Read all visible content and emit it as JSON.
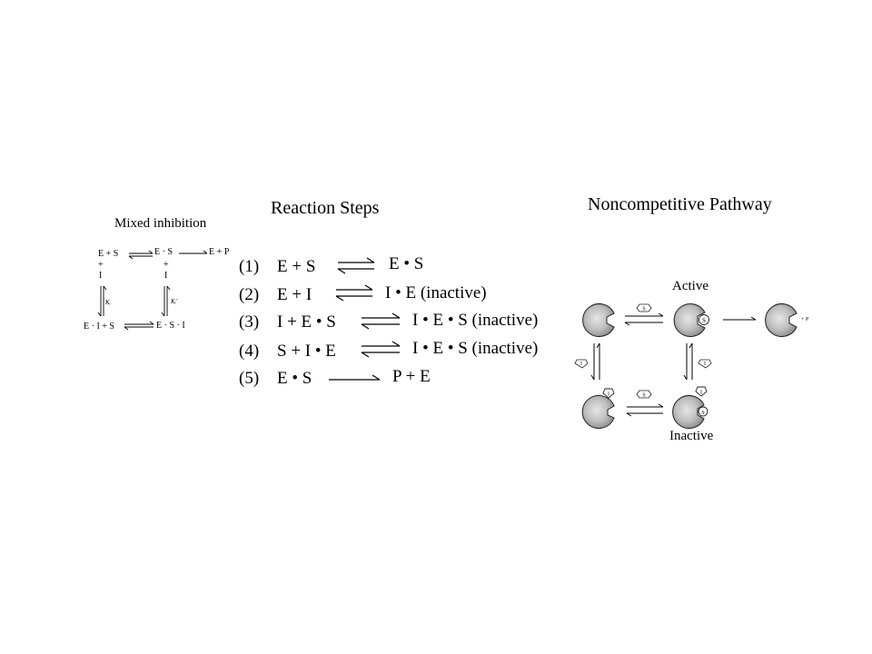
{
  "mixed": {
    "title": "Mixed inhibition",
    "top_left": "E + S",
    "top_mid": "E · S",
    "top_right": "E + P",
    "plus_left": "+",
    "plus_right": "+",
    "inhibitor_left": "I",
    "inhibitor_right": "I",
    "k_left": "Kᵢ",
    "k_right": "Kᵢ'",
    "bottom_left": "E · I + S",
    "bottom_right": "E · S · I"
  },
  "steps": {
    "title": "Reaction Steps",
    "rows": [
      {
        "num": "(1)",
        "left": "E  +  S",
        "right": "E • S",
        "arrow": "equilibrium"
      },
      {
        "num": "(2)",
        "left": "E  +  I",
        "right": "I • E  (inactive)",
        "arrow": "equilibrium"
      },
      {
        "num": "(3)",
        "left": "I  +  E • S",
        "right": "I • E • S  (inactive)",
        "arrow": "equilibrium"
      },
      {
        "num": "(4)",
        "left": "S  +  I • E",
        "right": "I • E • S  (inactive)",
        "arrow": "equilibrium"
      },
      {
        "num": "(5)",
        "left": "E • S",
        "right": "P  +  E",
        "arrow": "forward"
      }
    ]
  },
  "pathway": {
    "title": "Noncompetitive Pathway",
    "active_label": "Active",
    "inactive_label": "Inactive",
    "substrate_tag": "S",
    "inhibitor_tag": "I",
    "product_label": "+ P"
  }
}
